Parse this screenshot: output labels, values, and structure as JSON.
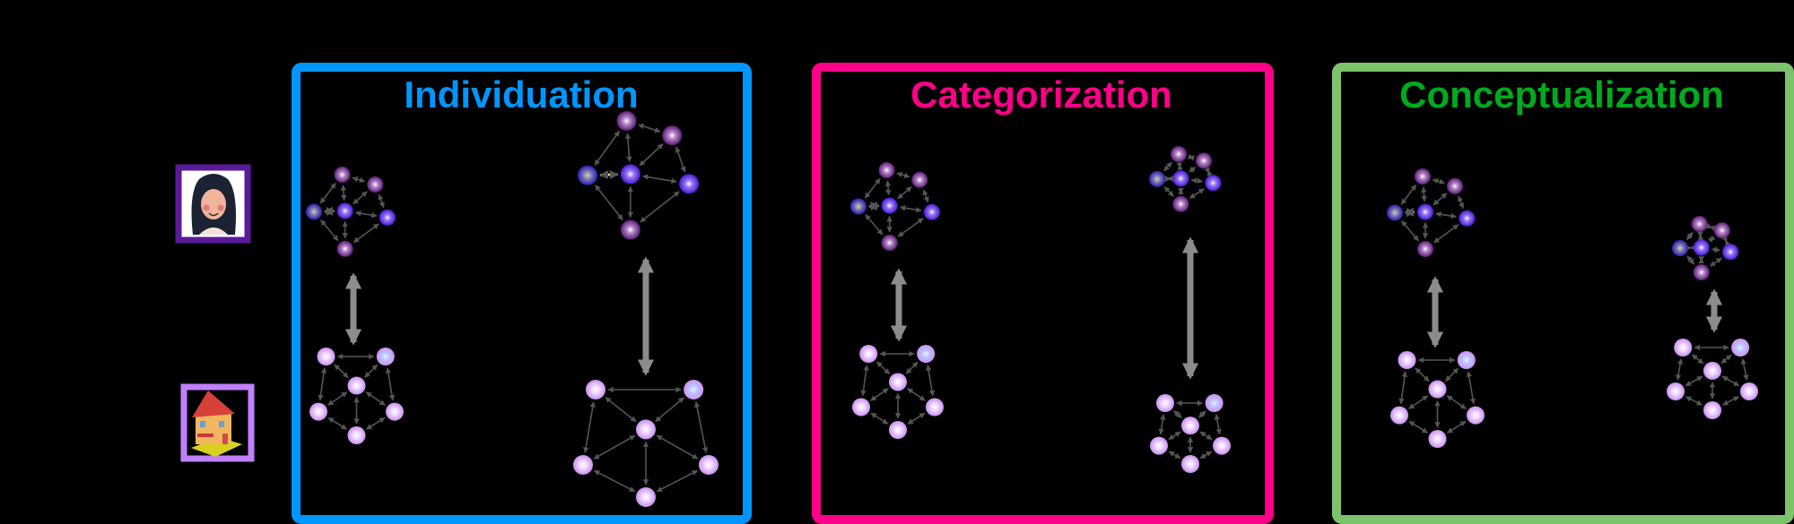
{
  "panels": [
    {
      "title": "Individuation",
      "color": "#0096ff"
    },
    {
      "title": "Categorization",
      "color": "#ff0088"
    },
    {
      "title": "Conceptualization",
      "color": "#00aa1e",
      "border_color": "#7cc46c"
    }
  ],
  "icons": [
    {
      "name": "woman-portrait",
      "frame_color": "#5a1a9a"
    },
    {
      "name": "house",
      "frame_color": "#c080ff"
    }
  ],
  "colors": {
    "edge": "#555555",
    "highlight_edge": "#f0e6c0",
    "link_arrow": "#8c8c8c",
    "concept_node": "#7a3aa0",
    "concept_node_alt": "#6a2cf0",
    "instance_node": "#e0a8ff"
  }
}
